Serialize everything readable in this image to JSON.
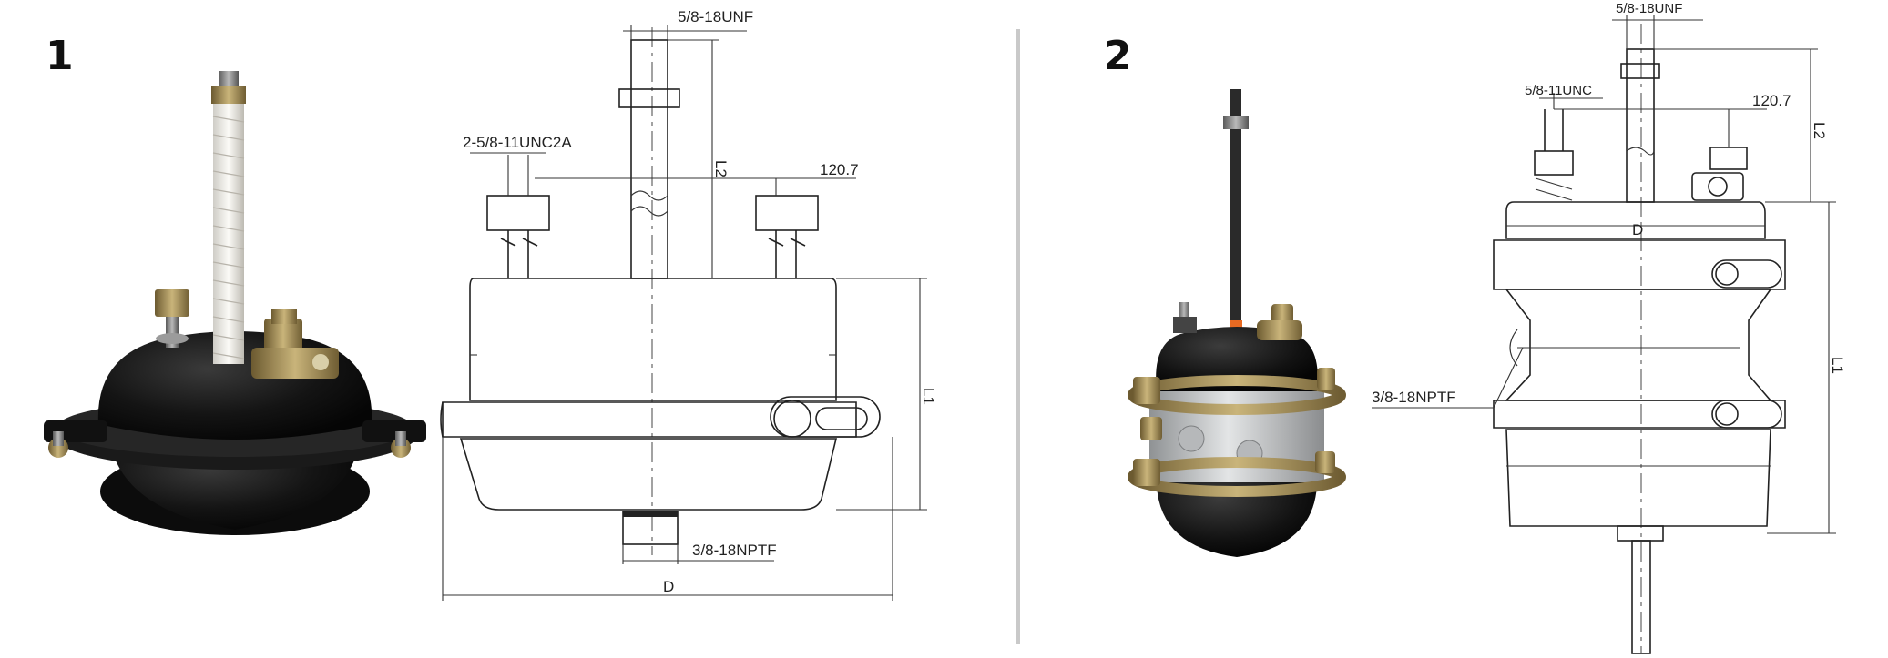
{
  "panels": [
    {
      "number": "1",
      "labels": {
        "thread_top": "5/8-18UNF",
        "thread_studs": "2-5/8-11UNC2A",
        "bolt_spacing": "120.7",
        "l2": "L2",
        "l1": "L1",
        "port": "3/8-18NPTF",
        "diameter": "D"
      }
    },
    {
      "number": "2",
      "labels": {
        "thread_top": "5/8-18UNF",
        "thread_studs": "5/8-11UNC",
        "bolt_spacing": "120.7",
        "l2": "L2",
        "l1": "L1",
        "port": "3/8-18NPTF",
        "diameter": "D"
      }
    }
  ],
  "colors": {
    "housing_black": "#141414",
    "clamp_brass": "#a08a55",
    "rod_white": "#ecebe7",
    "body_silver": "#c9ccce",
    "divider_gray": "#c9c9c9"
  }
}
